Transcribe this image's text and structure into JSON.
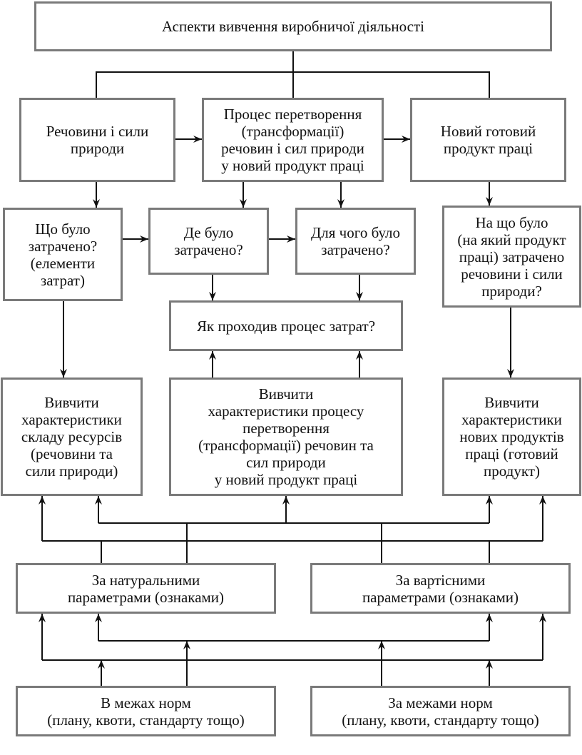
{
  "title": "Аспекти вивчення виробничої діяльності",
  "level1": [
    {
      "id": "substances",
      "text": "Речовини і сили\nприроди"
    },
    {
      "id": "process",
      "text": "Процес перетворення\n(трансформації)\nречовин і сил природи\nу новий продукт праці"
    },
    {
      "id": "product",
      "text": "Новий готовий\nпродукт праці"
    }
  ],
  "questions": [
    {
      "id": "what",
      "text": "Що було\nзатрачено?\n(елементи\nзатрат)"
    },
    {
      "id": "where",
      "text": "Де було\nзатрачено?"
    },
    {
      "id": "what_for",
      "text": "Для чого було\nзатрачено?"
    },
    {
      "id": "on_what",
      "text": "На що було\n(на який продукт\nпраці) затрачено\nречовини і сили\nприроди?"
    },
    {
      "id": "how",
      "text": "Як проходив процес затрат?"
    }
  ],
  "study": [
    {
      "id": "resources",
      "text": "Вивчити\nхарактеристики\nскладу ресурсів\n(речовини та\nсили природи)"
    },
    {
      "id": "transform",
      "text": "Вивчити\nхарактеристики процесу\nперетворення\n(трансформації) речовин та\nсил природи\nу новий продукт праці"
    },
    {
      "id": "new_products",
      "text": "Вивчити\nхарактеристики\nнових продуктів\nпраці (готовий\nпродукт)"
    }
  ],
  "parameters": [
    {
      "id": "natural",
      "text": "За натуральними\nпараметрами (ознаками)"
    },
    {
      "id": "cost",
      "text": "За вартісними\nпараметрами (ознаками)"
    }
  ],
  "norms": [
    {
      "id": "within",
      "text": "В межах норм\n(плану, квоти, стандарту тощо)"
    },
    {
      "id": "beyond",
      "text": "За межами норм\n(плану, квоти, стандарту тощо)"
    }
  ]
}
